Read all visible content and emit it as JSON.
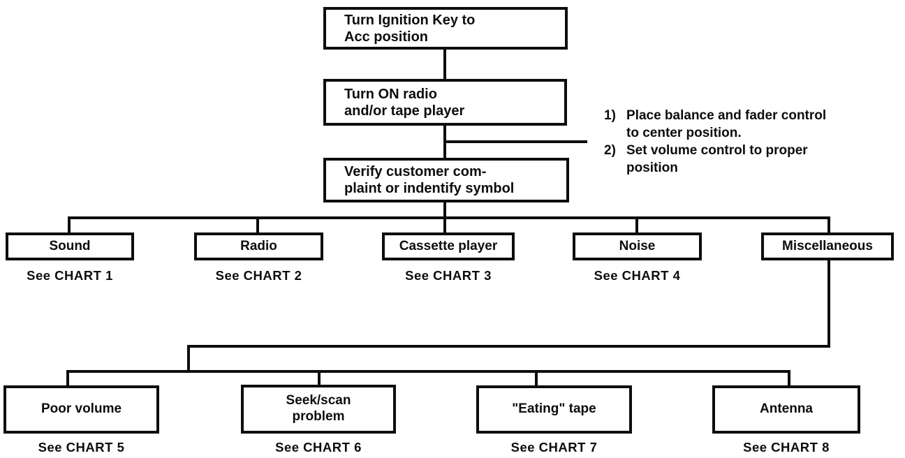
{
  "diagram": {
    "type": "flowchart",
    "description": "Audio system troubleshooting flowchart",
    "colors": {
      "line": "#0d0d0d",
      "background": "#ffffff",
      "text": "#0d0d0d"
    },
    "nodes": {
      "step1": {
        "label": "Turn Ignition Key to\nAcc position"
      },
      "step2": {
        "label": "Turn ON radio\nand/or tape player"
      },
      "step3": {
        "label": "Verify customer com-\nplaint or indentify symbol"
      },
      "note": {
        "items": [
          {
            "num": "1)",
            "text": "Place balance and fader control\nto center position."
          },
          {
            "num": "2)",
            "text": "Set volume control to proper\nposition"
          }
        ]
      },
      "sound": {
        "label": "Sound",
        "caption": "See CHART 1"
      },
      "radio": {
        "label": "Radio",
        "caption": "See CHART 2"
      },
      "cassette": {
        "label": "Cassette player",
        "caption": "See CHART 3"
      },
      "noise": {
        "label": "Noise",
        "caption": "See CHART 4"
      },
      "misc": {
        "label": "Miscellaneous"
      },
      "poor_volume": {
        "label": "Poor volume",
        "caption": "See CHART 5"
      },
      "seek_scan": {
        "label": "Seek/scan\nproblem",
        "caption": "See CHART 6"
      },
      "eating_tape": {
        "label": "\"Eating\" tape",
        "caption": "See CHART 7"
      },
      "antenna": {
        "label": "Antenna",
        "caption": "See CHART 8"
      }
    },
    "edges": [
      "step1 -> step2",
      "step2 -> step3",
      "step2/step3 stem -> note",
      "step3 -> sound | radio | cassette | noise | misc",
      "misc -> poor_volume | seek_scan | eating_tape | antenna"
    ]
  }
}
